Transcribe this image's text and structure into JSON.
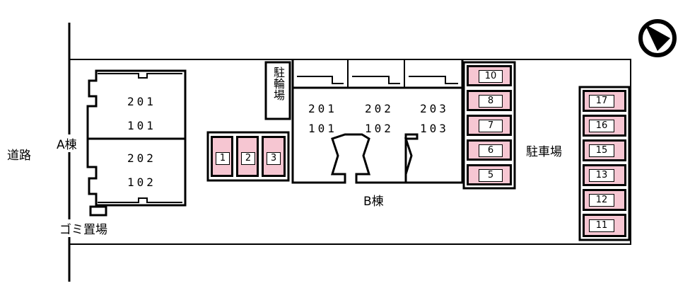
{
  "road": {
    "label": "道路"
  },
  "building_a": {
    "label": "A棟",
    "units": [
      {
        "upper": "201",
        "lower": "101"
      },
      {
        "upper": "202",
        "lower": "102"
      }
    ]
  },
  "garbage": {
    "label": "ゴミ置場"
  },
  "bike_parking": {
    "label": "駐輪場"
  },
  "building_b": {
    "label": "B棟",
    "units": [
      {
        "upper": "201",
        "lower": "101"
      },
      {
        "upper": "202",
        "lower": "102"
      },
      {
        "upper": "203",
        "lower": "103"
      }
    ]
  },
  "parking": {
    "label": "駐車場",
    "small_lot": [
      "1",
      "2",
      "3"
    ],
    "middle_column": [
      "10",
      "8",
      "7",
      "6",
      "5"
    ],
    "right_column": [
      "17",
      "16",
      "15",
      "13",
      "12",
      "11"
    ]
  },
  "colors": {
    "slot_fill": "#f6c6d2",
    "line": "#000000"
  },
  "north_icon": "north-arrow-icon"
}
